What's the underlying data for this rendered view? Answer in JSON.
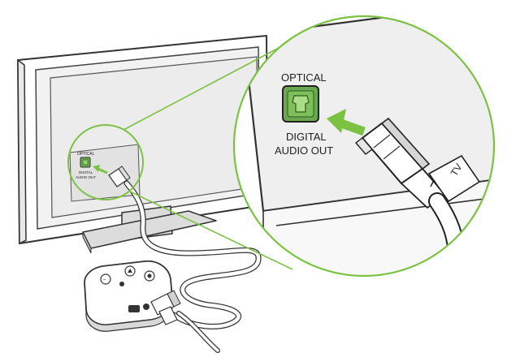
{
  "labels": {
    "small_optical": "OPTICAL",
    "small_digital": "DIGITAL",
    "small_audio_out": "AUDIO OUT",
    "zoom_optical": "OPTICAL",
    "zoom_digital": "DIGITAL",
    "zoom_audio_out": "AUDIO OUT",
    "cable_tag": "TV"
  },
  "colors": {
    "accent_green": "#7cc242",
    "port_green": "#6aa84f",
    "line_dark": "#333333",
    "panel_gray": "#e6e6e6",
    "screen_gray": "#f2f2f2"
  }
}
